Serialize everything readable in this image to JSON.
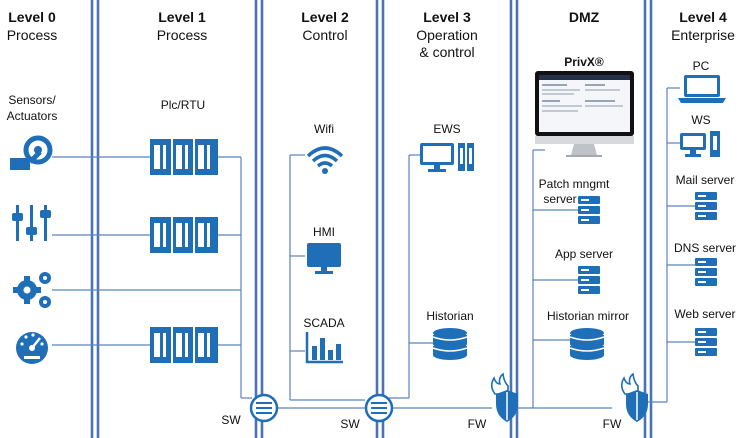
{
  "levels": [
    {
      "title": "Level 0",
      "subtitle": "Process"
    },
    {
      "title": "Level 1",
      "subtitle": "Process"
    },
    {
      "title": "Level 2",
      "subtitle": "Control"
    },
    {
      "title": "Level 3",
      "subtitle1": "Operation",
      "subtitle2": "& control"
    },
    {
      "title": "DMZ"
    },
    {
      "title": "Level 4",
      "subtitle": "Enterprise"
    }
  ],
  "level0": {
    "sensors_line1": "Sensors/",
    "sensors_line2": "Actuators"
  },
  "level1": {
    "plc_label": "Plc/RTU"
  },
  "level2": {
    "wifi": "Wifi",
    "hmi": "HMI",
    "scada": "SCADA"
  },
  "level3": {
    "ews": "EWS",
    "historian": "Historian"
  },
  "dmz": {
    "privx": "PrivX®",
    "patch_line1": "Patch mngmt",
    "patch_line2": "server",
    "app_server": "App server",
    "historian_mirror": "Historian mirror"
  },
  "level4": {
    "pc": "PC",
    "ws": "WS",
    "mail": "Mail server",
    "dns": "DNS server",
    "web": "Web server"
  },
  "network": {
    "sw": "SW",
    "fw": "FW"
  },
  "icons": [
    "steam-valve-icon",
    "sliders-icon",
    "gears-icon",
    "gauge-icon",
    "plc-icon",
    "wifi-icon",
    "monitor-icon",
    "bar-chart-icon",
    "workstation-icon",
    "database-icon",
    "server-icon",
    "laptop-icon",
    "switch-icon",
    "firewall-icon"
  ],
  "colors": {
    "accent": "#1f6fb8",
    "wall": "#4a72b6",
    "wire": "#5b82bf"
  }
}
